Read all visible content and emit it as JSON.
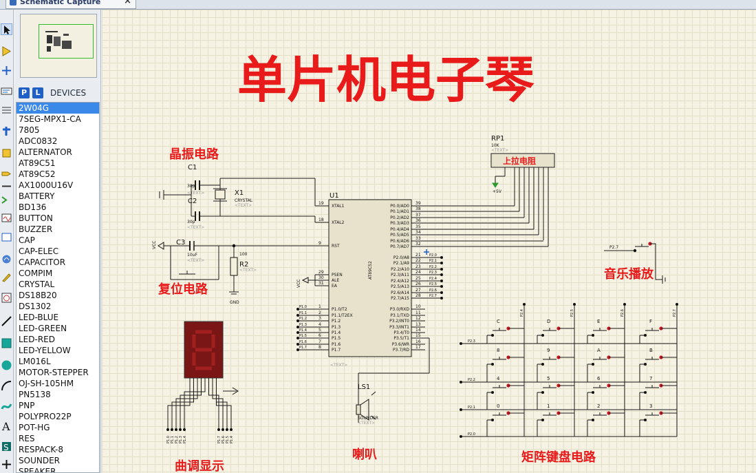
{
  "window": {
    "tab_title": "Schematic Capture",
    "close_glyph": "×"
  },
  "panel": {
    "p_button": "P",
    "l_button": "L",
    "devices_label": "DEVICES",
    "devices": [
      "2W04G",
      "7SEG-MPX1-CA",
      "7805",
      "ADC0832",
      "ALTERNATOR",
      "AT89C51",
      "AT89C52",
      "AX1000U16V",
      "BATTERY",
      "BD136",
      "BUTTON",
      "BUZZER",
      "CAP",
      "CAP-ELEC",
      "CAPACITOR",
      "COMPIM",
      "CRYSTAL",
      "DS18B20",
      "DS1302",
      "LED-BLUE",
      "LED-GREEN",
      "LED-RED",
      "LED-YELLOW",
      "LM016L",
      "MOTOR-STEPPER",
      "OJ-SH-105HM",
      "PN5138",
      "PNP",
      "POLYPRO22P",
      "POT-HG",
      "RES",
      "RESPACK-8",
      "SOUNDER",
      "SPEAKER"
    ],
    "selected_index": 0
  },
  "schematic": {
    "title": "单片机电子琴",
    "sections": {
      "crystal": "晶振电路",
      "reset": "复位电路",
      "display": "曲调显示",
      "speaker": "喇叭",
      "music": "音乐播放",
      "keypad": "矩阵键盘电路"
    },
    "parts": {
      "c1": "C1",
      "c1_val": "30p",
      "c2": "C2",
      "c2_val": "30p",
      "x1": "X1",
      "x1_val": "CRYSTAL",
      "c3": "C3",
      "c3_val": "10uF",
      "r2": "R2",
      "r2_val": "100",
      "u1": "U1",
      "u1_chip": "AT89C52",
      "rp1": "RP1",
      "rp1_val": "10K",
      "rp1_label": "上拉电阻",
      "ls1": "LS1",
      "ls1_val": "SOUNDER",
      "text_tag": "<TEXT>",
      "vcc": "VCC",
      "gnd": "GND",
      "plus5v": "+5V"
    },
    "u1_left_pins": [
      {
        "num": "19",
        "name": "XTAL1"
      },
      {
        "num": "18",
        "name": "XTAL2"
      },
      {
        "num": "9",
        "name": "RST"
      },
      {
        "num": "29",
        "name": "PSEN"
      },
      {
        "num": "30",
        "name": "ALE"
      },
      {
        "num": "31",
        "name": "EA"
      },
      {
        "num": "1",
        "name": "P1.0/T2"
      },
      {
        "num": "2",
        "name": "P1.1/T2EX"
      },
      {
        "num": "3",
        "name": "P1.2"
      },
      {
        "num": "4",
        "name": "P1.3"
      },
      {
        "num": "5",
        "name": "P1.4"
      },
      {
        "num": "6",
        "name": "P1.5"
      },
      {
        "num": "7",
        "name": "P1.6"
      },
      {
        "num": "8",
        "name": "P1.7"
      }
    ],
    "u1_right_pins": [
      {
        "num": "39",
        "name": "P0.0/AD0"
      },
      {
        "num": "38",
        "name": "P0.1/AD1"
      },
      {
        "num": "37",
        "name": "P0.2/AD2"
      },
      {
        "num": "36",
        "name": "P0.3/AD3"
      },
      {
        "num": "35",
        "name": "P0.4/AD4"
      },
      {
        "num": "34",
        "name": "P0.5/AD5"
      },
      {
        "num": "33",
        "name": "P0.6/AD6"
      },
      {
        "num": "32",
        "name": "P0.7/AD7"
      },
      {
        "num": "21",
        "name": "P2.0/A8"
      },
      {
        "num": "22",
        "name": "P2.1/A9"
      },
      {
        "num": "23",
        "name": "P2.2/A10"
      },
      {
        "num": "24",
        "name": "P2.3/A11"
      },
      {
        "num": "25",
        "name": "P2.4/A12"
      },
      {
        "num": "26",
        "name": "P2.5/A13"
      },
      {
        "num": "27",
        "name": "P2.6/A14"
      },
      {
        "num": "28",
        "name": "P2.7/A15"
      },
      {
        "num": "10",
        "name": "P3.0/RXD"
      },
      {
        "num": "11",
        "name": "P3.1/TXD"
      },
      {
        "num": "12",
        "name": "P3.2/INT0"
      },
      {
        "num": "13",
        "name": "P3.3/INT1"
      },
      {
        "num": "14",
        "name": "P3.4/T0"
      },
      {
        "num": "15",
        "name": "P3.5/T1"
      },
      {
        "num": "16",
        "name": "P3.6/WR"
      },
      {
        "num": "17",
        "name": "P3.7/RD"
      }
    ],
    "p1_net_labels": [
      "P1.0",
      "P1.1",
      "P1.2",
      "P1.3",
      "P1.4",
      "P1.5",
      "P1.6",
      "P1.7"
    ],
    "p2_net_labels": [
      "P2.0",
      "P2.1",
      "P2.2",
      "P2.3",
      "P2.4",
      "P2.5",
      "P2.6",
      "P2.7"
    ],
    "seg_net_labels": [
      "P1.0",
      "P1.1",
      "P1.2",
      "P1.3",
      "P1.4",
      "P1.7",
      "P1.6",
      "P1.5",
      "P1.4"
    ],
    "music_net": "P2.7",
    "keypad_rows": [
      "P2.3",
      "P2.2",
      "P2.1",
      "P2.0"
    ],
    "keypad_cols": [
      "P2.4",
      "P2.5",
      "P2.6",
      "P2.7"
    ],
    "keys": [
      [
        "C",
        "D",
        "E",
        "F"
      ],
      [
        "8",
        "9",
        "A",
        "B"
      ],
      [
        "4",
        "5",
        "6",
        "7"
      ],
      [
        "0",
        "1",
        "2",
        "3"
      ]
    ]
  }
}
